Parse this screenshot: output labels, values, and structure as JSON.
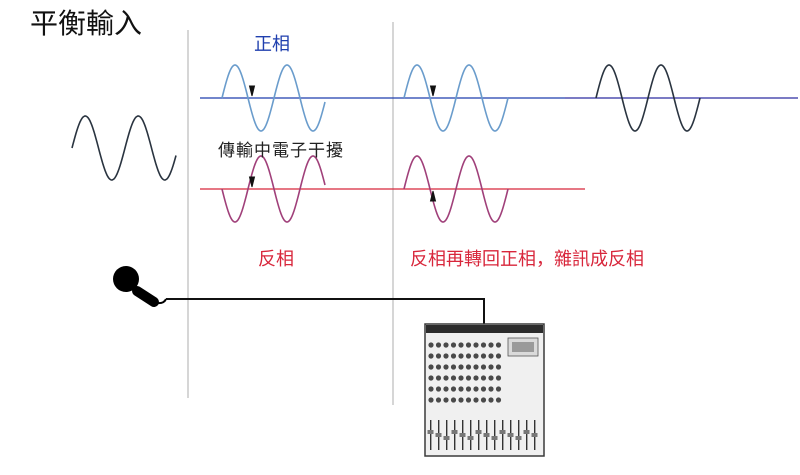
{
  "title": "平衡輸入",
  "labels": {
    "positive_phase": "正相",
    "noise": "傳輸中電子干擾",
    "negative_phase": "反相",
    "result": "反相再轉回正相，雜訊成反相"
  },
  "colors": {
    "positive": "#1f3fae",
    "positive_wave": "#6a9ccc",
    "negative": "#d8263b",
    "negative_wave": "#a0407a",
    "source_wave": "#2a3440",
    "output_wave": "#2a3440",
    "guide_line": "#c8c8c8",
    "cable": "#111111",
    "noise_spike": "#111111",
    "output_line": "#2c2ca0"
  },
  "icons": {
    "microphone": "microphone-icon",
    "mixer": "mixer-console-icon"
  }
}
